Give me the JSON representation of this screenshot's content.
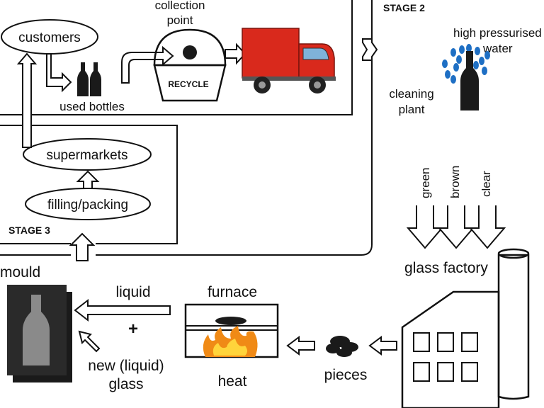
{
  "labels": {
    "collection_point_line1": "collection",
    "collection_point_line2": "point",
    "stage2": "STAGE 2",
    "high_pressurised": "high pressurised",
    "water": "water",
    "customers": "customers",
    "used_bottles": "used bottles",
    "recycle": "RECYCLE",
    "cleaning": "cleaning",
    "plant": "plant",
    "supermarkets": "supermarkets",
    "filling_packing": "filling/packing",
    "stage3": "STAGE 3",
    "green": "green",
    "brown": "brown",
    "clear": "clear",
    "glass_factory": "glass factory",
    "mould": "mould",
    "liquid": "liquid",
    "plus": "+",
    "new_liquid": "new (liquid)",
    "glass": "glass",
    "furnace": "furnace",
    "heat": "heat",
    "pieces": "pieces"
  },
  "colors": {
    "truck": "#d9291c",
    "water_drops": "#1e6fc4",
    "flame_outer": "#f08a16",
    "flame_inner": "#ffd43b",
    "bottle_dark": "#1a1a1a",
    "mould_body": "#2a2a2a",
    "mould_bottle": "#8a8a8a"
  },
  "icons": [
    "used-bottles-icon",
    "recycle-bin-icon",
    "truck-icon",
    "water-spray-icon",
    "cleaning-bottle-icon",
    "factory-icon",
    "glass-pieces-icon",
    "furnace-icon",
    "flame-icon",
    "mould-icon"
  ]
}
